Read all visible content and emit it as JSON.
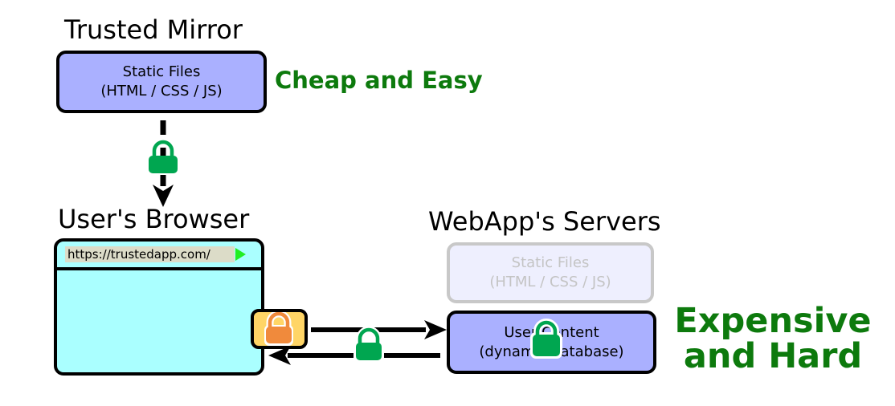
{
  "trusted_mirror": {
    "title": "Trusted Mirror",
    "box_line1": "Static Files",
    "box_line2": "(HTML / CSS / JS)",
    "cost_label": "Cheap and Easy"
  },
  "browser": {
    "title": "User's Browser",
    "url": "https://trustedapp.com/"
  },
  "webapp": {
    "title": "WebApp's Servers",
    "static_line1": "Static Files",
    "static_line2": "(HTML / CSS / JS)",
    "content_line1": "User Content",
    "content_line2": "(dynamic database)",
    "cost_label_line1": "Expensive",
    "cost_label_line2": "and Hard"
  },
  "colors": {
    "box_fill": "#aab0ff",
    "browser_fill": "#aaffff",
    "lock_green": "#00a650",
    "lock_orange": "#f08a3c",
    "label_green": "#0d7a0d"
  }
}
